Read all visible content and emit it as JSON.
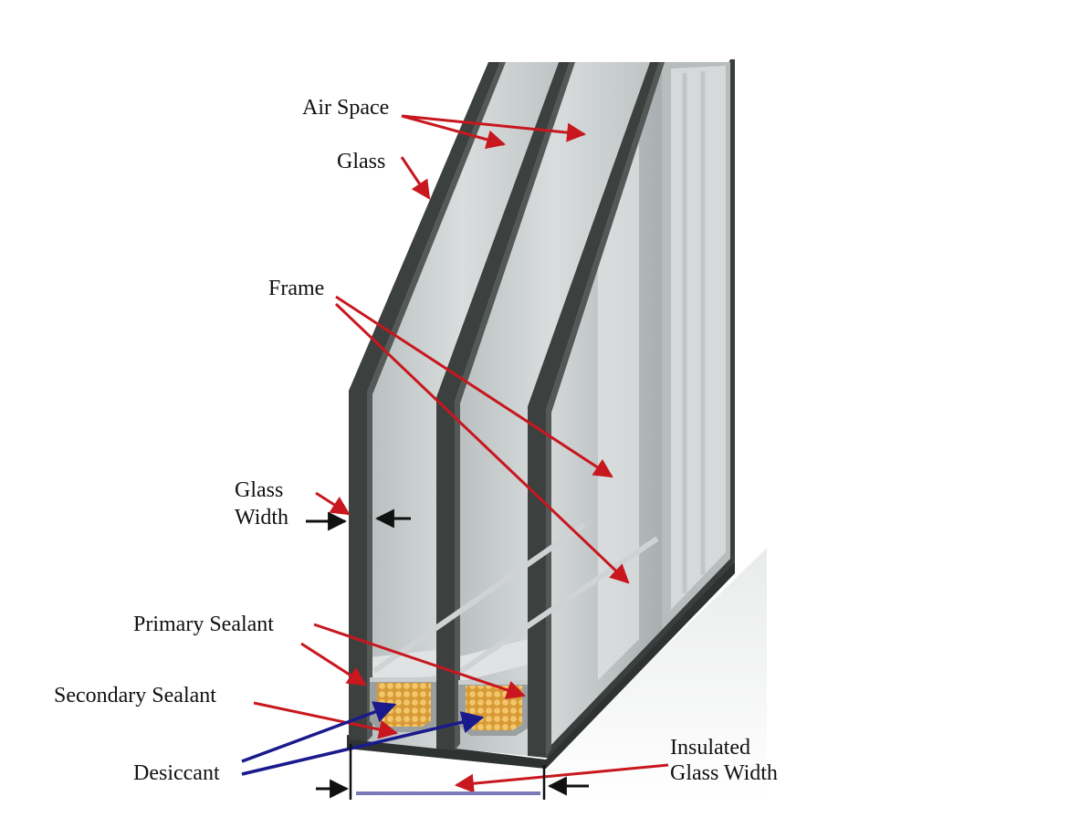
{
  "labels": {
    "air_space": "Air Space",
    "glass": "Glass",
    "frame": "Frame",
    "glass_width_line1": "Glass",
    "glass_width_line2": "Width",
    "primary_sealant": "Primary Sealant",
    "secondary_sealant": "Secondary Sealant",
    "desiccant": "Desiccant",
    "insulated_line1": "Insulated",
    "insulated_line2": "Glass Width"
  },
  "colors": {
    "callout_arrow": "#c8171e",
    "desiccant_arrow": "#1a1a8c",
    "dimension_arrow": "#111111",
    "dimension_line": "#7a7ab8",
    "frame": "#3a3e3c",
    "glass_fill": "#c9cecf",
    "desiccant_fill": "#e6b04a"
  }
}
